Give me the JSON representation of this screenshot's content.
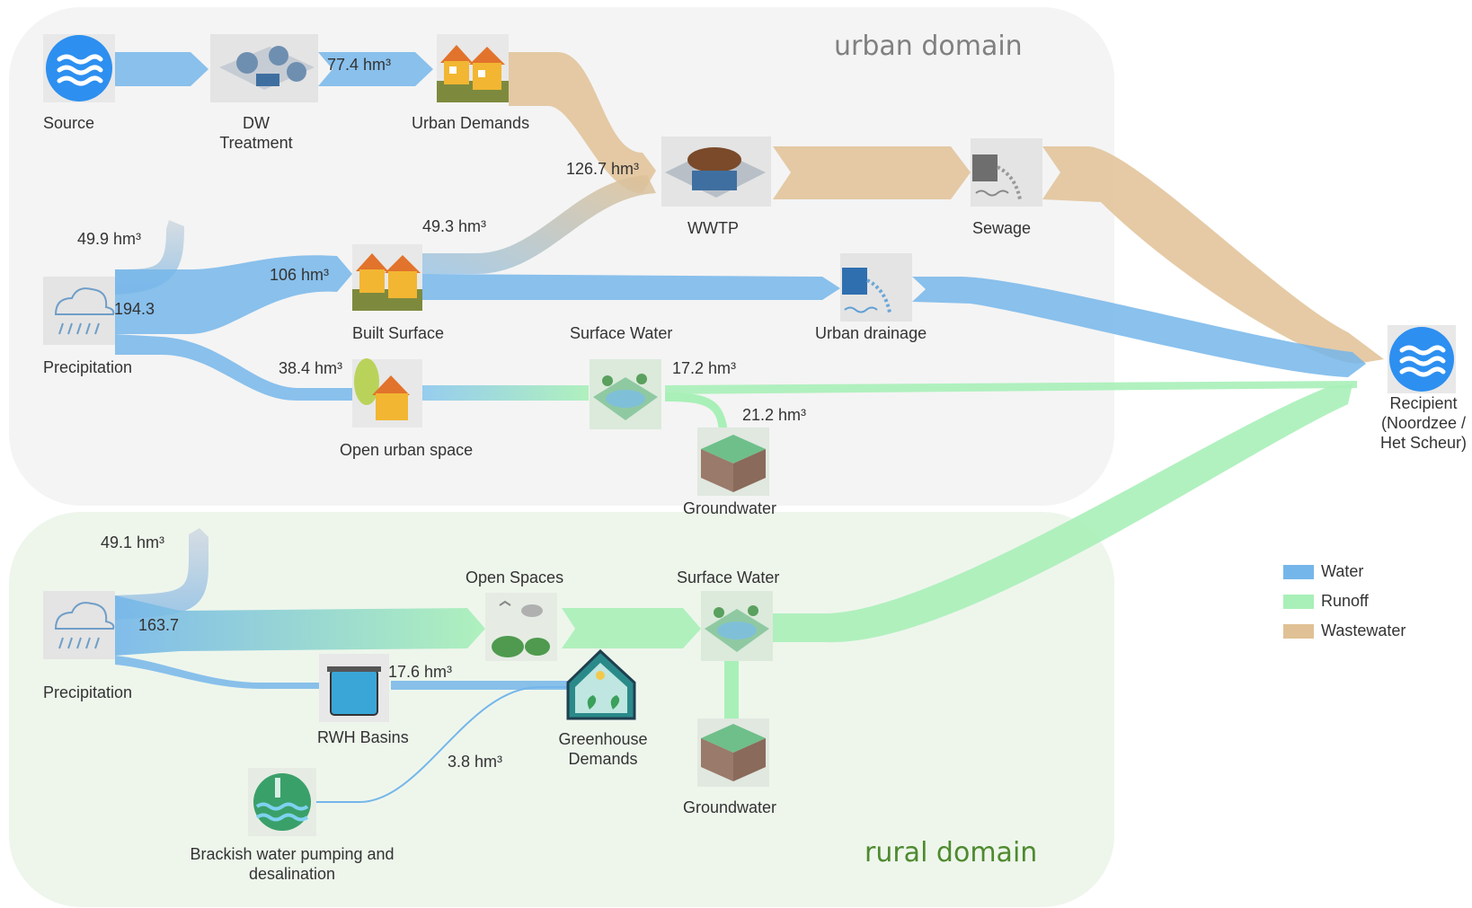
{
  "domains": {
    "urban": {
      "label": "urban domain",
      "color": "#808080"
    },
    "rural": {
      "label": "rural domain",
      "color": "#4e8a2e"
    }
  },
  "nodes": {
    "source": {
      "label": "Source",
      "icon": "water-waves-icon"
    },
    "dw_treatment": {
      "label_line1": "DW",
      "label_line2": "Treatment",
      "icon": "treatment-plant-icon"
    },
    "urban_demands": {
      "label": "Urban Demands",
      "icon": "houses-icon"
    },
    "wwtp": {
      "label": "WWTP",
      "icon": "wastewater-plant-icon"
    },
    "sewage": {
      "label": "Sewage",
      "icon": "outfall-pipe-icon"
    },
    "precip_urban": {
      "label": "Precipitation",
      "icon": "rain-cloud-icon"
    },
    "built_surface": {
      "label": "Built Surface",
      "icon": "houses-icon"
    },
    "surface_water_urban": {
      "label": "Surface Water",
      "icon": "pond-icon"
    },
    "urban_drainage": {
      "label": "Urban drainage",
      "icon": "drainage-pipe-icon"
    },
    "open_urban_space": {
      "label": "Open urban space",
      "icon": "house-tree-icon"
    },
    "groundwater_urban": {
      "label": "Groundwater",
      "icon": "soil-block-icon"
    },
    "recipient": {
      "label_line1": "Recipient",
      "label_line2": "(Noordzee /",
      "label_line3": "Het Scheur)",
      "icon": "water-waves-icon"
    },
    "precip_rural": {
      "label": "Precipitation",
      "icon": "rain-cloud-icon"
    },
    "open_spaces": {
      "label": "Open Spaces",
      "icon": "landscape-icon"
    },
    "surface_water_rural": {
      "label": "Surface Water",
      "icon": "pond-icon"
    },
    "rwh_basins": {
      "label": "RWH Basins",
      "icon": "water-tank-icon"
    },
    "greenhouse": {
      "label_line1": "Greenhouse",
      "label_line2": "Demands",
      "icon": "greenhouse-icon"
    },
    "groundwater_rural": {
      "label": "Groundwater",
      "icon": "soil-block-icon"
    },
    "brackish": {
      "label_line1": "Brackish water pumping and",
      "label_line2": "desalination",
      "icon": "desalination-icon"
    }
  },
  "flow_labels": {
    "dw_to_demands": "77.4 hm³",
    "to_wwtp": "126.7 hm³",
    "built_to_wwtp": "49.3 hm³",
    "evap_urban": "49.9 hm³",
    "precip_urban_total": "194.3",
    "precip_to_built": "106 hm³",
    "precip_to_open": "38.4 hm³",
    "sw_to_recipient": "17.2 hm³",
    "sw_to_groundwater": "21.2 hm³",
    "evap_rural": "49.1 hm³",
    "precip_rural_total": "163.7",
    "rwh_to_greenhouse": "17.6 hm³",
    "brackish_to_greenhouse": "3.8 hm³"
  },
  "legend": [
    {
      "label": "Water",
      "color": "#75b6ea"
    },
    {
      "label": "Runoff",
      "color": "#a8f0b8"
    },
    {
      "label": "Wastewater",
      "color": "#e0c195"
    }
  ],
  "colors": {
    "water": "#75b6ea",
    "runoff": "#a8f0b8",
    "wastewater": "#e0c195",
    "evaporation": "#c7d3dd"
  }
}
